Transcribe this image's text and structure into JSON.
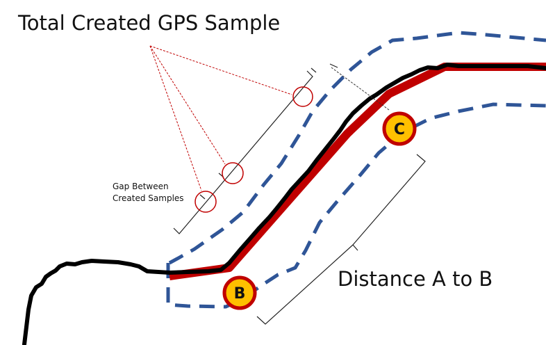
{
  "labels": {
    "title": "Total Created GPS Sample",
    "gap_line1": "Gap Between",
    "gap_line2": "Created Samples",
    "distance": "Distance A to B"
  },
  "markers": {
    "b": "B",
    "c": "C"
  },
  "colors": {
    "buffer": "#2f5597",
    "route": "#c00000",
    "track": "#000000",
    "marker_fill": "#ffc000",
    "marker_ring": "#c00000",
    "callout": "#c00000"
  }
}
